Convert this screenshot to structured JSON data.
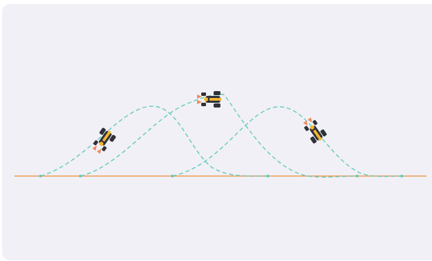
{
  "diagram": {
    "colors": {
      "canvas_background": "#f0f0f6",
      "baseline": "#ee9a4e",
      "path": "#63c9ba",
      "path_point": "#63c9ba",
      "vehicle_body": "#2f3238",
      "vehicle_accent": "#f4b632",
      "vehicle_marker": "#f08a57"
    },
    "elements": {
      "baseline": "orange-baseline",
      "paths": [
        "left-dashed-curve",
        "center-dashed-curve",
        "right-dashed-curve"
      ],
      "vehicles": [
        "left-tractor-icon",
        "center-tractor-icon",
        "right-tractor-icon"
      ]
    }
  }
}
